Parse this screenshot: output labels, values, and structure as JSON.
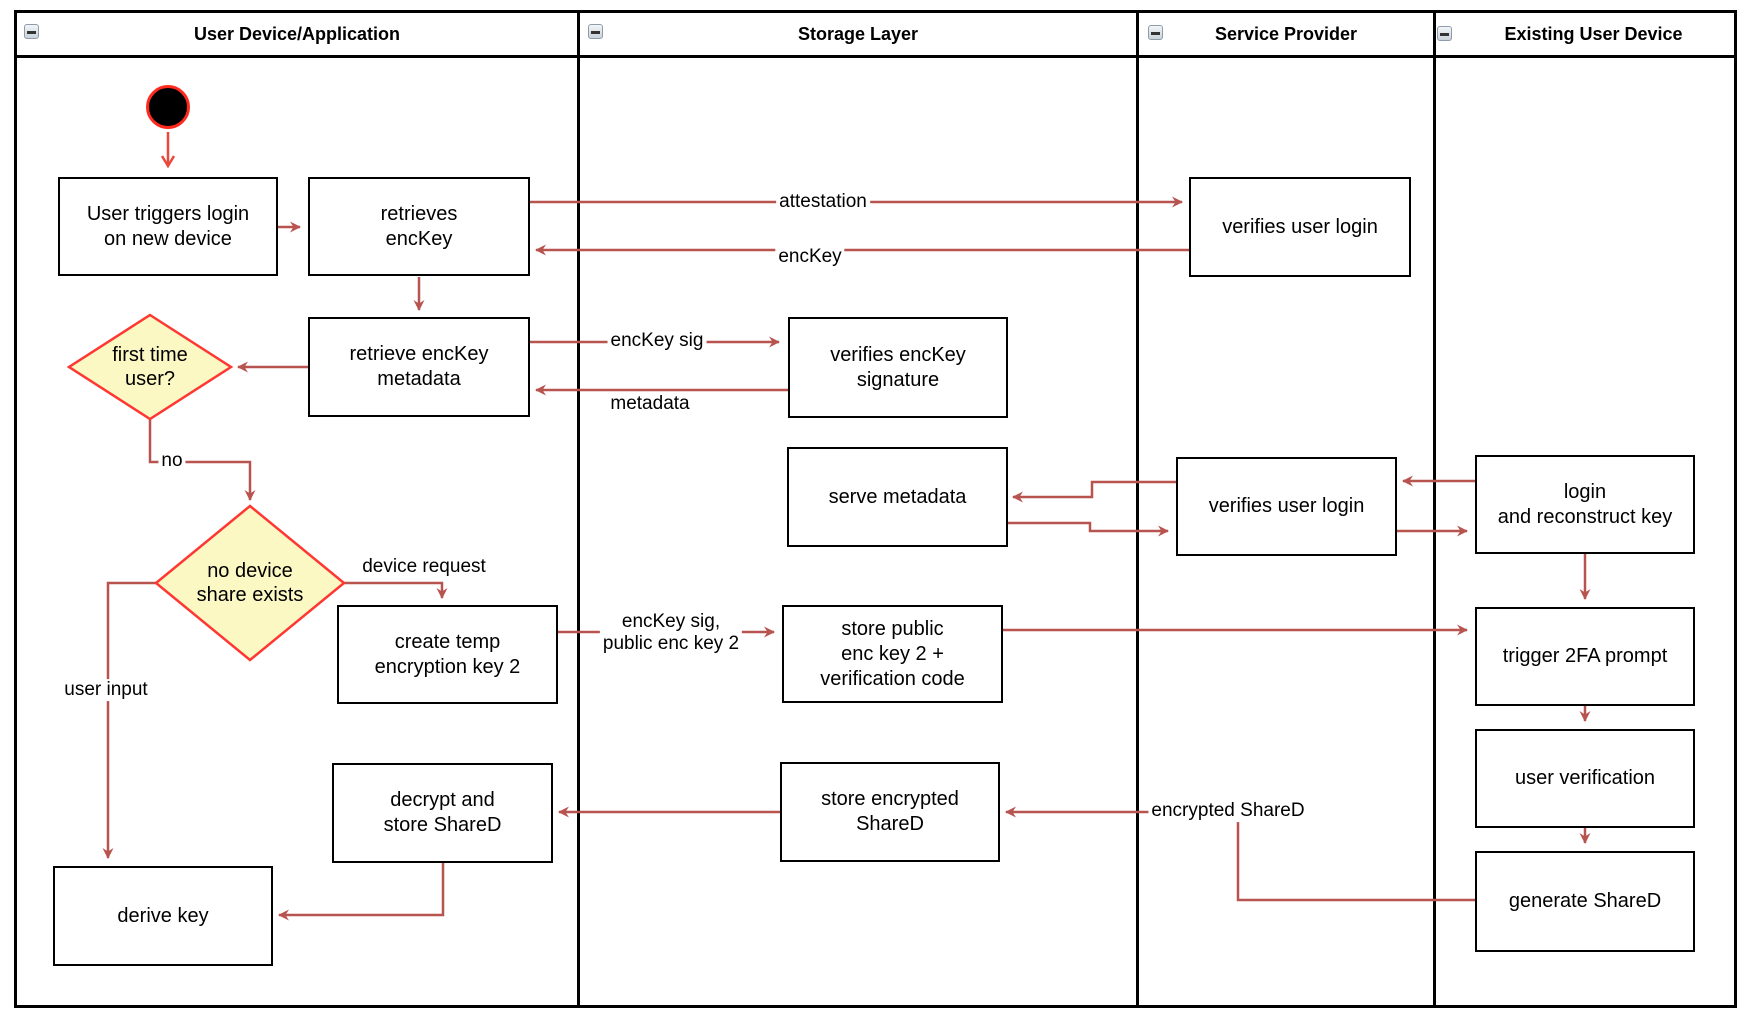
{
  "diagram": {
    "lanes": [
      {
        "title": "User Device/Application"
      },
      {
        "title": "Storage Layer"
      },
      {
        "title": "Service Provider"
      },
      {
        "title": "Existing User Device"
      }
    ],
    "nodes": {
      "user_triggers_login": "User triggers login\non new device",
      "retrieves_enckey": "retrieves\nencKey",
      "retrieve_enckey_metadata": "retrieve encKey\nmetadata",
      "first_time_user": "first time\nuser?",
      "verifies_enckey_signature": "verifies encKey\nsignature",
      "verifies_user_login_1": "verifies user login",
      "serve_metadata": "serve metadata",
      "verifies_user_login_2": "verifies user login",
      "login_and_reconstruct_key": "login\nand reconstruct key",
      "no_device_share_exists": "no device\nshare exists",
      "create_temp_encryption_key_2": "create temp\nencryption key 2",
      "store_public_enc_key_2": "store public\nenc key 2 +\nverification code",
      "trigger_2fa_prompt": "trigger 2FA prompt",
      "user_verification": "user verification",
      "generate_shared": "generate ShareD",
      "decrypt_and_store_shared": "decrypt and\nstore ShareD",
      "store_encrypted_shared": "store encrypted\nShareD",
      "derive_key": "derive key"
    },
    "edge_labels": {
      "attestation": "attestation",
      "enckey": "encKey",
      "enckey_sig": "encKey sig",
      "metadata": "metadata",
      "no": "no",
      "device_request": "device request",
      "enckey_sig_public_enc_key_2": "encKey sig,\npublic enc key 2",
      "user_input": "user input",
      "encrypted_shared": "encrypted ShareD"
    },
    "colors": {
      "connector": "#B85450",
      "start_arrow": "#E8493C",
      "start_ring": "#FF2A1C",
      "start_fill": "#000000",
      "decision_border": "#FF3732",
      "decision_fill": "#FBF8C3",
      "shape_border": "#000000",
      "shape_fill": "#FFFFFF"
    }
  }
}
